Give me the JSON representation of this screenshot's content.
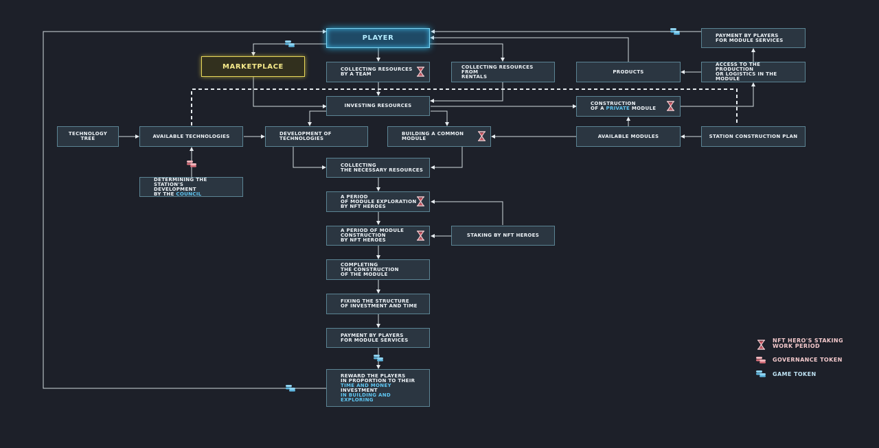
{
  "nodes": {
    "player": "PLAYER",
    "marketplace": "MARKETPLACE",
    "collecting_team": "COLLECTING RESOURCES\nBY A TEAM",
    "collecting_rentals": "COLLECTING RESOURCES FROM\nRENTALS",
    "products": "PRODUCTS",
    "payment_top": "PAYMENT BY PLAYERS\nFOR MODULE SERVICES",
    "access_production": "ACCESS TO THE PRODUCTION\nOR LOGISTICS IN THE MODULE",
    "investing": "INVESTING RESOURCES",
    "construction_private_a": "CONSTRUCTION",
    "construction_private_b": "OF A ",
    "construction_private_c": "PRIVATE",
    "construction_private_d": " MODULE",
    "technology_tree": "TECHNOLOGY TREE",
    "available_technologies": "AVAILABLE TECHNOLOGIES",
    "development_technologies": "DEVELOPMENT OF\nTECHNOLOGIES",
    "building_common": "BUILDING A COMMON\nMODULE",
    "available_modules": "AVAILABLE MODULES",
    "station_plan": "STATION CONSTRUCTION PLAN",
    "council_a": "DETERMINING THE STATION'S\nDEVELOPMENT\nBY THE ",
    "council_b": "COUNCIL",
    "collecting_necessary": "COLLECTING\nTHE NECESSARY RESOURCES",
    "exploration": "A PERIOD\nOF MODULE EXPLORATION\nBY NFT HEROES",
    "construction_period": "A PERIOD OF MODULE\nCONSTRUCTION\nBY NFT HEROES",
    "staking": "STAKING BY NFT HEROES",
    "completing": "COMPLETING\nTHE CONSTRUCTION\nOF THE MODULE",
    "fixing": "FIXING THE STRUCTURE\nOF INVESTMENT AND TIME",
    "payment_bottom": "PAYMENT BY PLAYERS\nFOR MODULE SERVICES",
    "reward_a": "REWARD THE PLAYERS\nIN PROPORTION TO THEIR\n",
    "reward_b": "TIME AND MONEY",
    "reward_c": " INVESTMENT\n",
    "reward_d": "IN BUILDING AND EXPLORING"
  },
  "legend": {
    "staking": "NFT HERO'S STAKING\nWORK PERIOD",
    "governance": "GOVERNANCE TOKEN",
    "game": "GAME TOKEN"
  },
  "icons": {
    "hourglass": "hourglass-icon",
    "governance": "governance-token-icon",
    "game": "game-token-icon"
  },
  "colors": {
    "background": "#1d2029",
    "box_fill": "#2b3641",
    "box_border": "#5c8595",
    "player_glow": "#7fd6f5",
    "marketplace": "#e9d95b",
    "highlight": "#5fc6f2",
    "hourglass": "#d97a84",
    "governance_token": "#e79aa2",
    "game_token": "#8fd3f0"
  }
}
